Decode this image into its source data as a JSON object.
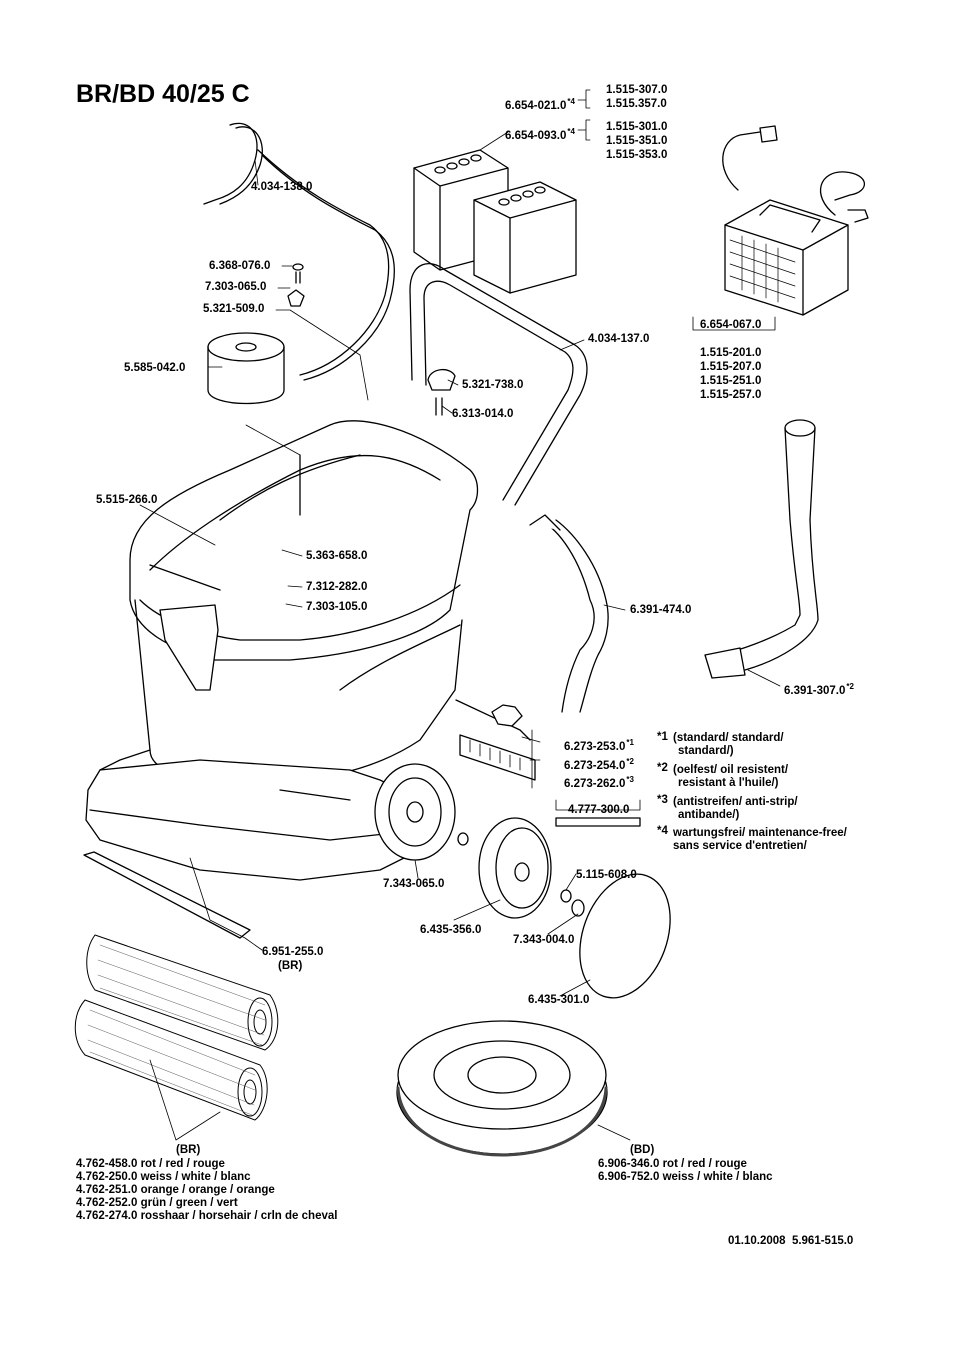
{
  "title": "BR/BD 40/25 C",
  "footer": "01.10.2008  5.961-515.0",
  "batteries": {
    "maint_free": {
      "part": "6.654-021.0",
      "mark": "*4",
      "alternatives": [
        "1.515-307.0",
        "1.515.357.0"
      ]
    },
    "standard": {
      "part": "6.654-093.0",
      "mark": "*4",
      "alternatives": [
        "1.515-301.0",
        "1.515-351.0",
        "1.515-353.0"
      ]
    }
  },
  "charger": {
    "part": "6.654-067.0",
    "alternatives": [
      "1.515-201.0",
      "1.515-207.0",
      "1.515-251.0",
      "1.515-257.0"
    ]
  },
  "labels": {
    "handle_bar": "4.034-138.0",
    "cap": "6.368-076.0",
    "screw_a": "7.303-065.0",
    "knob_a": "5.321-509.0",
    "filter": "5.585-042.0",
    "push_handle": "4.034-137.0",
    "knob_b": "5.321-738.0",
    "pin": "6.313-014.0",
    "sieve": "5.515-266.0",
    "float": "5.363-658.0",
    "washer": "7.312-282.0",
    "screw_b": "7.303-105.0",
    "drain_hose": "6.391-474.0",
    "suction_hose": "6.391-307.0",
    "suction_hose_mark": "*2",
    "washer_wheel": "7.343-065.0",
    "wheel": "6.435-356.0",
    "washer_small": "5.115-608.0",
    "ring": "7.343-004.0",
    "cover": "6.435-301.0",
    "squeegee": "6.951-255.0",
    "squeegee_note": "(BR)",
    "squeegee_kit": "4.777-300.0"
  },
  "lips": [
    {
      "part": "6.273-253.0",
      "mark": "*1"
    },
    {
      "part": "6.273-254.0",
      "mark": "*2"
    },
    {
      "part": "6.273-262.0",
      "mark": "*3"
    }
  ],
  "legend": [
    {
      "mark": "*1",
      "lines": [
        "(standard/ standard/",
        "standard/)"
      ]
    },
    {
      "mark": "*2",
      "lines": [
        "(oelfest/ oil resistent/",
        "resistant à l'huile/)"
      ]
    },
    {
      "mark": "*3",
      "lines": [
        "(antistreifen/ anti-strip/",
        "antibande/)"
      ]
    },
    {
      "mark": "*4",
      "lines": [
        "wartungsfrei/ maintenance-free/",
        "sans service d'entretien/"
      ]
    }
  ],
  "brush_rollers": {
    "heading": "(BR)",
    "items": [
      "4.762-458.0 rot / red / rouge",
      "4.762-250.0 weiss / white / blanc",
      "4.762-251.0 orange / orange / orange",
      "4.762-252.0 grün / green / vert",
      "4.762-274.0 rosshaar / horsehair / crln de cheval"
    ]
  },
  "disc_brushes": {
    "heading": "(BD)",
    "items": [
      "6.906-346.0 rot / red / rouge",
      "6.906-752.0 weiss / white / blanc"
    ]
  }
}
